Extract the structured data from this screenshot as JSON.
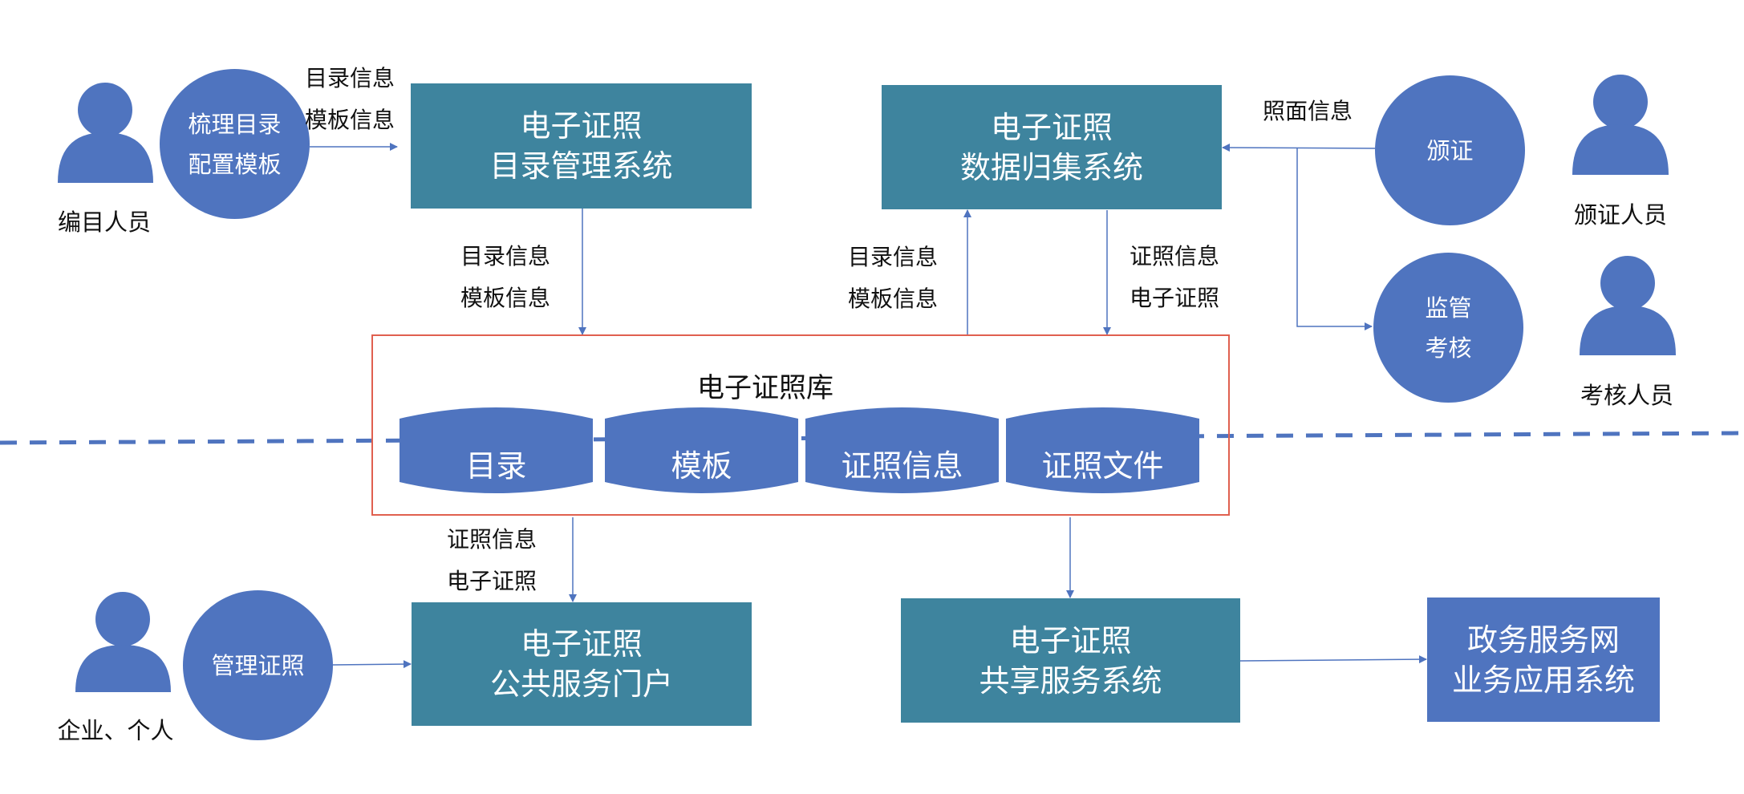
{
  "colors": {
    "system_box": "#3E849E",
    "actor_blue": "#4F74BF",
    "library_border": "#E0604F",
    "connector": "#4F74BF"
  },
  "actors": [
    {
      "id": "cataloger",
      "label": "编目人员",
      "icon": "person-icon"
    },
    {
      "id": "issuer",
      "label": "颁证人员",
      "icon": "person-icon"
    },
    {
      "id": "auditor",
      "label": "考核人员",
      "icon": "person-icon"
    },
    {
      "id": "public",
      "label": "企业、个人",
      "icon": "person-icon"
    }
  ],
  "activities": [
    {
      "id": "organize",
      "lines": [
        "梳理目录",
        "配置模板"
      ]
    },
    {
      "id": "issue",
      "lines": [
        "颁证"
      ]
    },
    {
      "id": "supervise",
      "lines": [
        "监管",
        "考核"
      ]
    },
    {
      "id": "manage",
      "lines": [
        "管理证照"
      ]
    }
  ],
  "systems": [
    {
      "id": "catalog",
      "lines": [
        "电子证照",
        "目录管理系统"
      ]
    },
    {
      "id": "collect",
      "lines": [
        "电子证照",
        "数据归集系统"
      ]
    },
    {
      "id": "portal",
      "lines": [
        "电子证照",
        "公共服务门户"
      ]
    },
    {
      "id": "share",
      "lines": [
        "电子证照",
        "共享服务系统"
      ]
    },
    {
      "id": "gov",
      "lines": [
        "政务服务网",
        "业务应用系统"
      ]
    }
  ],
  "library": {
    "title": "电子证照库",
    "stores": [
      "目录",
      "模板",
      "证照信息",
      "证照文件"
    ]
  },
  "flow_labels": {
    "organize_to_catalog": [
      "目录信息",
      "模板信息"
    ],
    "catalog_to_library": [
      "目录信息",
      "模板信息"
    ],
    "library_to_collect": [
      "目录信息",
      "模板信息"
    ],
    "collect_to_library": [
      "证照信息",
      "电子证照"
    ],
    "issue_to_collect": [
      "照面信息"
    ],
    "library_to_portal": [
      "证照信息",
      "电子证照"
    ]
  }
}
